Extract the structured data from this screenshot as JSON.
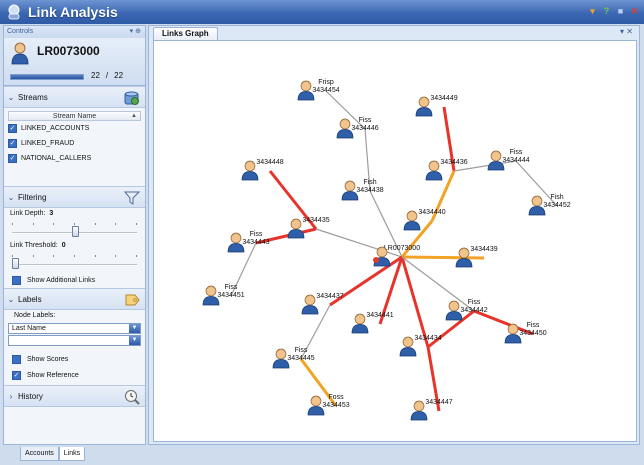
{
  "app": {
    "title": "Link Analysis"
  },
  "controls": {
    "header": "Controls",
    "tools": "▾ ⊕"
  },
  "case": {
    "id": "LR0073000",
    "current": "22",
    "sep": "/",
    "total": "22",
    "progress_fraction": 1.0
  },
  "streams": {
    "title": "Streams",
    "column": "Stream Name",
    "items": [
      {
        "name": "LINKED_ACCOUNTS",
        "checked": true
      },
      {
        "name": "LINKED_FRAUD",
        "checked": true
      },
      {
        "name": "NATIONAL_CALLERS",
        "checked": true
      }
    ]
  },
  "filtering": {
    "title": "Filtering",
    "depth_label": "Link Depth:",
    "depth_value": "3",
    "depth_fraction": 0.5,
    "threshold_label": "Link Threshold:",
    "threshold_value": "0",
    "threshold_fraction": 0.0,
    "show_additional": "Show Additional Links"
  },
  "labels": {
    "title": "Labels",
    "node_labels": "Node Labels:",
    "select1": "Last Name",
    "select2": "",
    "show_scores": "Show Scores",
    "show_reference": "Show Reference"
  },
  "history": {
    "title": "History"
  },
  "bottom_tabs": [
    "Accounts",
    "Links"
  ],
  "graph": {
    "tab": "Links Graph",
    "colors": {
      "red": "#e8332a",
      "orange": "#f2a325",
      "gray": "#9c9c9c"
    },
    "nodes": [
      {
        "id": "center",
        "label": "LR0073000"
      },
      {
        "id": "n1",
        "label": "Frisp\n3434454"
      },
      {
        "id": "n2",
        "label": "Fiss\n3434446"
      },
      {
        "id": "n3",
        "label": "3434449"
      },
      {
        "id": "n4",
        "label": "3434436"
      },
      {
        "id": "n5",
        "label": "Fiss\n3434444"
      },
      {
        "id": "n6",
        "label": "Fish\n3434452"
      },
      {
        "id": "n7",
        "label": "3434448"
      },
      {
        "id": "n8",
        "label": "Fish\n3434438"
      },
      {
        "id": "n9",
        "label": "3434440"
      },
      {
        "id": "n10",
        "label": "3434435"
      },
      {
        "id": "n11",
        "label": "Fiss\n3434443"
      },
      {
        "id": "n12",
        "label": "3434439"
      },
      {
        "id": "n13",
        "label": "Fiss\n3434451"
      },
      {
        "id": "n14",
        "label": "3434437"
      },
      {
        "id": "n15",
        "label": "3434441"
      },
      {
        "id": "n16",
        "label": "Fiss\n3434442"
      },
      {
        "id": "n17",
        "label": "Fiss\n3434450"
      },
      {
        "id": "n18",
        "label": "3434434"
      },
      {
        "id": "n19",
        "label": "Fiss\n3434445"
      },
      {
        "id": "n20",
        "label": "Foss\n3434453"
      },
      {
        "id": "n21",
        "label": "3434447"
      }
    ],
    "edges": [
      {
        "from": "n1",
        "to": "n2",
        "type": "gray"
      },
      {
        "from": "n2",
        "to": "n8",
        "type": "gray"
      },
      {
        "from": "n8",
        "to": "center",
        "type": "gray"
      },
      {
        "from": "n3",
        "to": "n4",
        "type": "red"
      },
      {
        "from": "n4",
        "to": "n5",
        "type": "gray"
      },
      {
        "from": "n5",
        "to": "n6",
        "type": "gray"
      },
      {
        "from": "n4",
        "to": "n9",
        "type": "orange"
      },
      {
        "from": "n9",
        "to": "center",
        "type": "orange"
      },
      {
        "from": "n7",
        "to": "n10",
        "type": "red"
      },
      {
        "from": "n10",
        "to": "n11",
        "type": "red"
      },
      {
        "from": "n10",
        "to": "center",
        "type": "gray"
      },
      {
        "from": "n11",
        "to": "n13",
        "type": "gray"
      },
      {
        "from": "center",
        "to": "n12",
        "type": "orange"
      },
      {
        "from": "center",
        "to": "n14",
        "type": "red"
      },
      {
        "from": "center",
        "to": "n15",
        "type": "red"
      },
      {
        "from": "center",
        "to": "n18",
        "type": "red"
      },
      {
        "from": "center",
        "to": "n16",
        "type": "gray"
      },
      {
        "from": "n16",
        "to": "n17",
        "type": "red"
      },
      {
        "from": "n16",
        "to": "n18",
        "type": "red"
      },
      {
        "from": "n18",
        "to": "n21",
        "type": "red"
      },
      {
        "from": "n14",
        "to": "n19",
        "type": "gray"
      },
      {
        "from": "n19",
        "to": "n20",
        "type": "orange"
      }
    ]
  }
}
